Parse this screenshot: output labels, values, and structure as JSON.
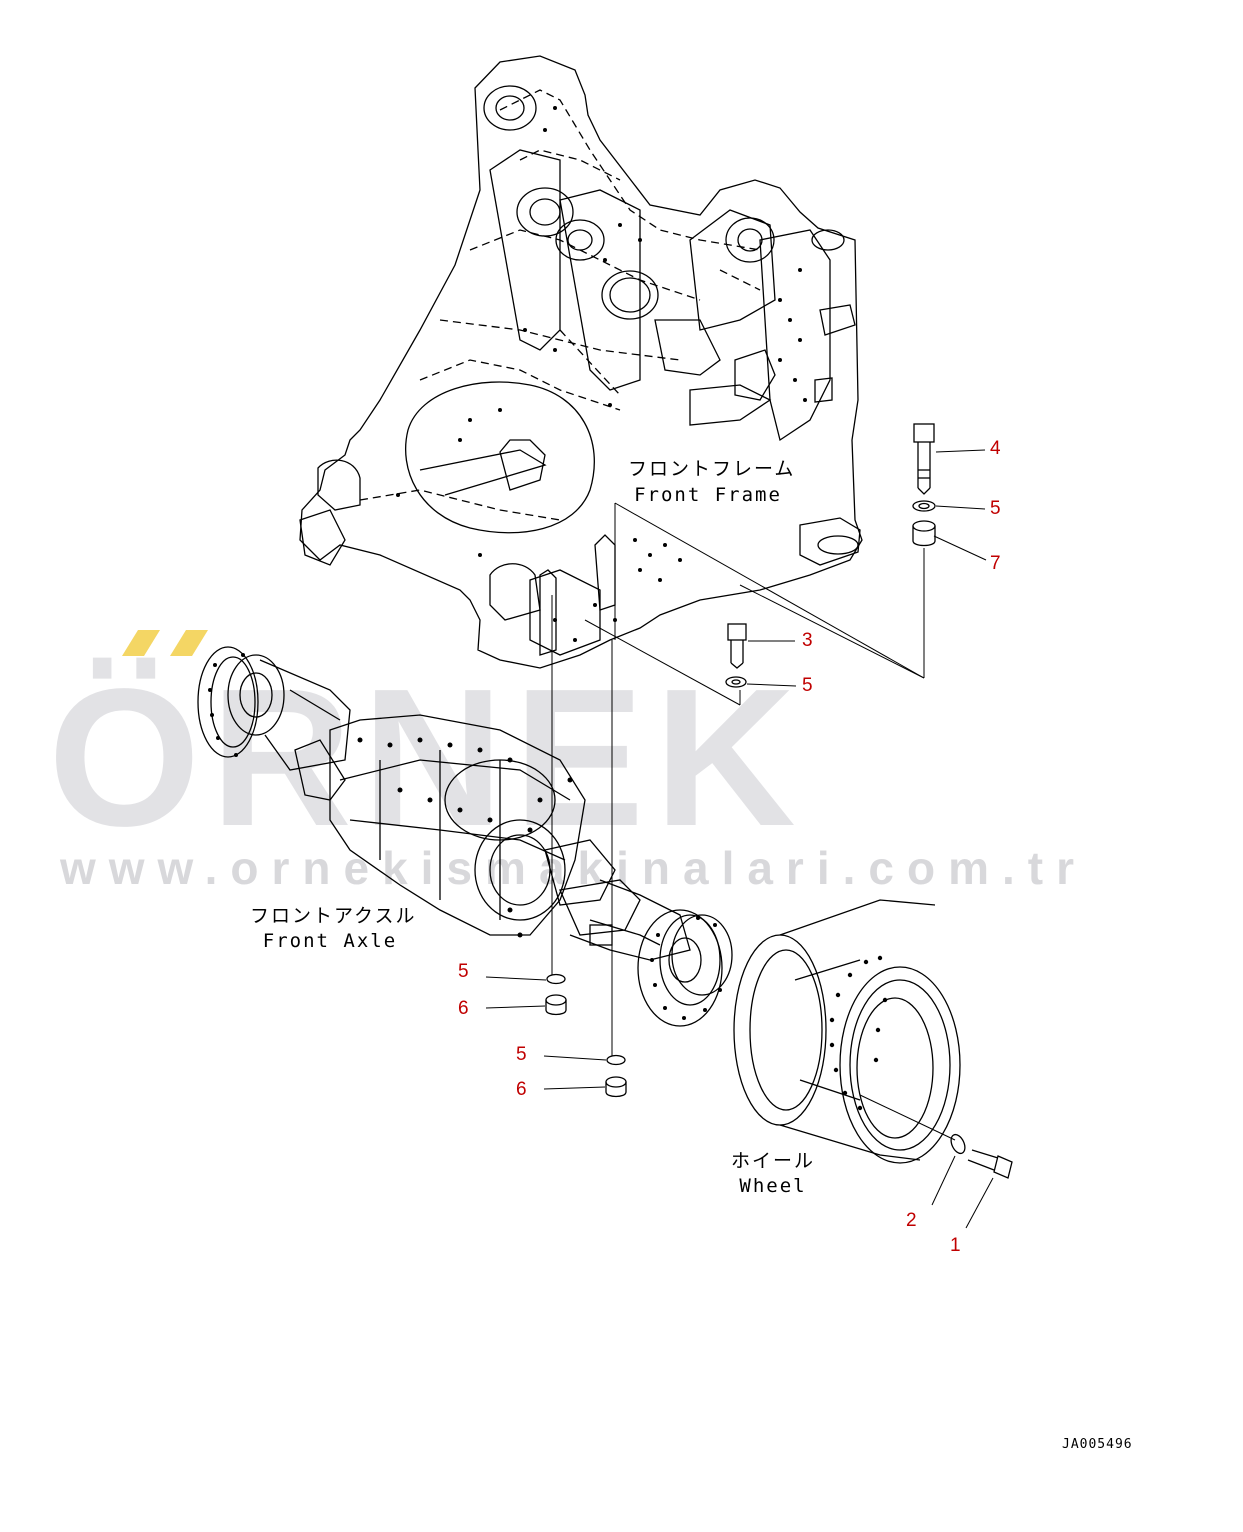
{
  "labels": {
    "front_frame_jp": "フロントフレーム",
    "front_frame_en": "Front Frame",
    "front_axle_jp": "フロントアクスル",
    "front_axle_en": "Front Axle",
    "wheel_jp": "ホイール",
    "wheel_en": "Wheel"
  },
  "watermark": {
    "name": "ÖRNEK",
    "url": "www.ornekismakinalari.com.tr"
  },
  "drawing_code": "JA005496",
  "callouts": {
    "c1": "1",
    "c2": "2",
    "c3": "3",
    "c4": "4",
    "c5a": "5",
    "c5b": "5",
    "c5c": "5",
    "c5d": "5",
    "c6a": "6",
    "c6b": "6",
    "c7": "7"
  },
  "colors": {
    "callout": "#c00000",
    "line": "#000000",
    "watermark": "#d8d8dc",
    "watermark_accent": "#f0c830"
  }
}
